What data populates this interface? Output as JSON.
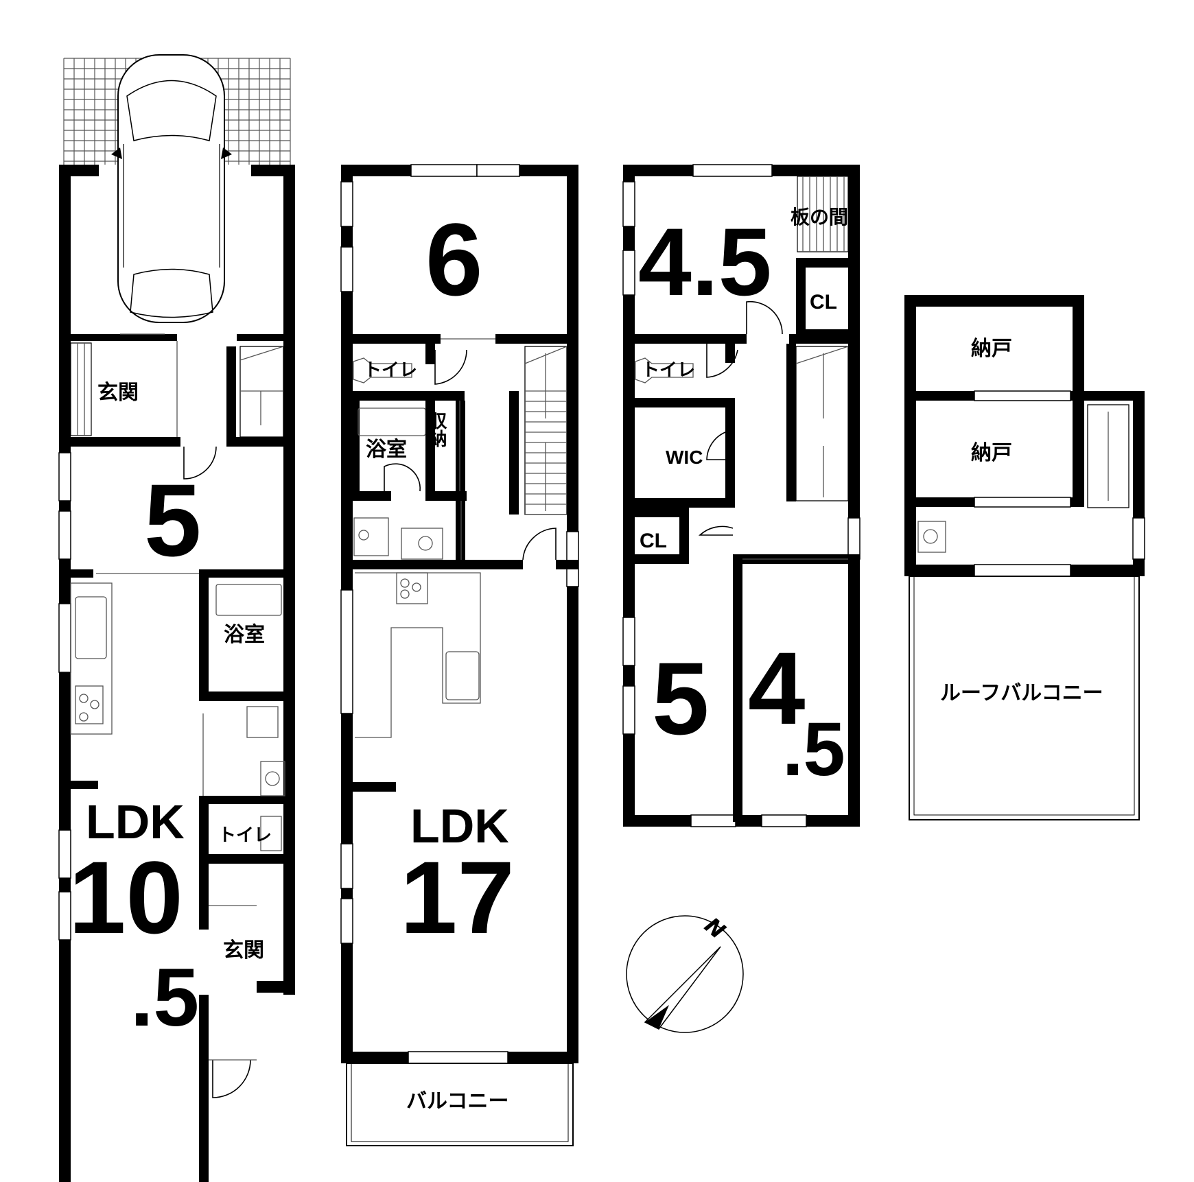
{
  "floors": {
    "f1": {
      "rooms": {
        "genkan_top": "玄関",
        "room5": "5",
        "bath": "浴室",
        "ldk_label": "LDK",
        "ldk_num1": "10",
        "ldk_num2": ".5",
        "toilet": "トイレ",
        "genkan_bottom": "玄関"
      }
    },
    "f2": {
      "rooms": {
        "room6": "6",
        "toilet": "トイレ",
        "bath": "浴室",
        "storage": "収納",
        "ldk_label": "LDK",
        "ldk_num": "17",
        "balcony": "バルコニー"
      }
    },
    "f3": {
      "rooms": {
        "room45a": "4.5",
        "itanoma": "板の間",
        "cl1": "CL",
        "toilet": "トイレ",
        "wic": "WIC",
        "cl2": "CL",
        "room5": "5",
        "room45b_num": "4",
        "room45b_dec": ".5"
      }
    },
    "f4": {
      "rooms": {
        "nando1": "納戸",
        "nando2": "納戸",
        "roof_balcony": "ルーフバルコニー"
      }
    }
  },
  "compass": {
    "letter": "N",
    "icon": "compass-icon"
  }
}
